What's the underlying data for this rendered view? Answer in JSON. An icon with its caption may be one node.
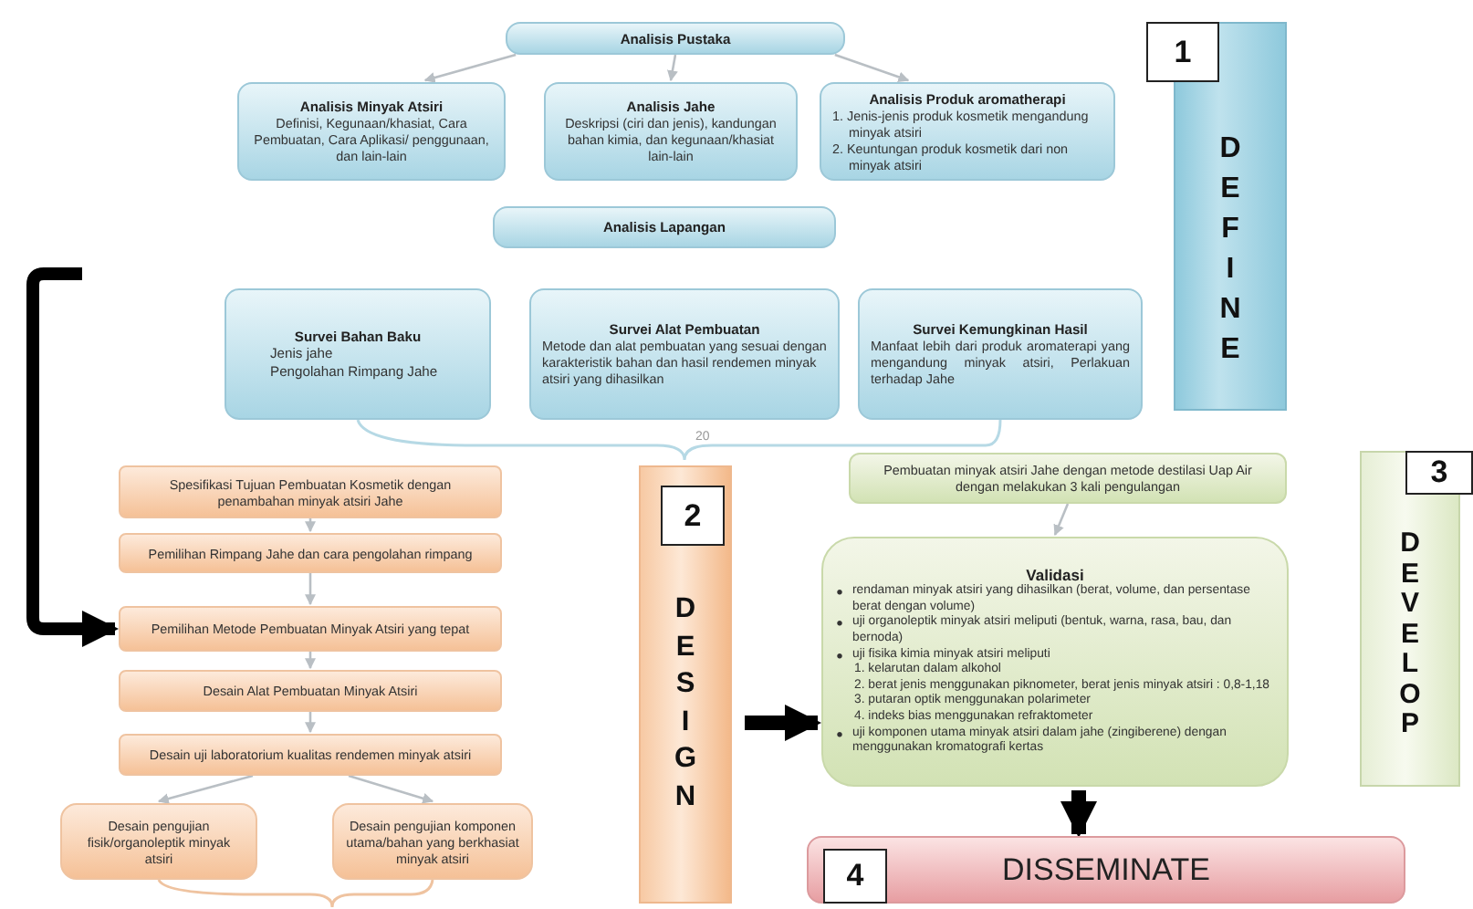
{
  "diagram": {
    "nodes": [
      {
        "text": [
          "Analisis Pustaka"
        ]
      },
      {
        "text": [
          "Analisis Minyak Atsiri",
          "Definisi, Kegunaan/khasiat, Cara Pembuatan, Cara Aplikasi/ penggunaan, dan lain-lain"
        ]
      },
      {
        "text": [
          "Analisis Jahe",
          "Deskripsi (ciri dan jenis), kandungan bahan kimia, dan kegunaan/khasiat lain-lain"
        ]
      },
      {
        "text": [
          "Analisis Produk aromatherapi",
          "1. Jenis-jenis produk kosmetik mengandung minyak atsiri",
          "2. Keuntungan produk kosmetik dari non minyak atsiri"
        ]
      },
      {
        "text": [
          "Analisis Lapangan"
        ]
      },
      {
        "text": [
          "Survei Bahan Baku",
          "Jenis jahe",
          "Pengolahan Rimpang Jahe"
        ]
      },
      {
        "text": [
          "Survei Alat Pembuatan",
          "Metode dan alat pembuatan yang sesuai dengan karakteristik bahan dan hasil rendemen minyak atsiri yang dihasilkan"
        ]
      },
      {
        "text": [
          "Survei Kemungkinan Hasil",
          "Manfaat lebih dari produk aromaterapi yang mengandung minyak atsiri, Perlakuan terhadap Jahe"
        ]
      },
      {
        "text": [
          "1"
        ]
      },
      {
        "text": [
          "DEFINE"
        ]
      },
      {
        "text": [
          "Spesifikasi Tujuan Pembuatan Kosmetik dengan penambahan minyak atsiri Jahe"
        ]
      },
      {
        "text": [
          "Pemilihan Rimpang Jahe dan cara pengolahan rimpang"
        ]
      },
      {
        "text": [
          "Pemilihan Metode Pembuatan Minyak Atsiri yang tepat"
        ]
      },
      {
        "text": [
          "Desain Alat Pembuatan Minyak Atsiri"
        ]
      },
      {
        "text": [
          "Desain uji laboratorium kualitas rendemen minyak atsiri"
        ]
      },
      {
        "text": [
          "Desain pengujian fisik/organoleptik minyak atsiri"
        ]
      },
      {
        "text": [
          "Desain pengujian komponen utama/bahan yang berkhasiat minyak atsiri"
        ]
      },
      {
        "text": [
          "DESIGN"
        ]
      },
      {
        "text": [
          "2"
        ],
        "in": 17
      },
      {
        "text": [
          "Pembuatan minyak atsiri Jahe dengan metode destilasi Uap Air dengan melakukan 3 kali pengulangan"
        ]
      },
      {
        "text": [
          "Validasi",
          "rendaman minyak atsiri yang dihasilkan (berat, volume, dan persentase berat dengan volume)",
          "uji organoleptik minyak atsiri meliputi (bentuk, warna, rasa, bau, dan bernoda)",
          "uji fisika kimia minyak atsiri meliputi",
          "1. kelarutan dalam alkohol",
          "2. berat jenis menggunakan piknometer, berat jenis minyak atsiri : 0,8-1,18",
          "3. putaran optik menggunakan polarimeter",
          "4. indeks bias menggunakan refraktometer",
          "uji komponen utama minyak atsiri dalam jahe (zingiberene) dengan menggunakan kromatografi kertas"
        ]
      },
      {
        "text": [
          "3"
        ]
      },
      {
        "text": [
          "DEVELOP"
        ]
      },
      {
        "text": [
          "DISSEMINATE"
        ]
      },
      {
        "text": [
          "4"
        ],
        "in": 23
      }
    ],
    "edges": [
      {
        "from": 0,
        "to": 1,
        "arrow": "to"
      },
      {
        "from": 0,
        "to": 2,
        "arrow": "to"
      },
      {
        "from": 0,
        "to": 3,
        "arrow": "to"
      },
      {
        "from": 10,
        "to": 11,
        "arrow": "to"
      },
      {
        "from": 11,
        "to": 12,
        "arrow": "to"
      },
      {
        "from": 12,
        "to": 13,
        "arrow": "to"
      },
      {
        "from": 13,
        "to": 14,
        "arrow": "to"
      },
      {
        "from": 14,
        "to": 15,
        "arrow": "to"
      },
      {
        "from": 14,
        "to": 16,
        "arrow": "to"
      },
      {
        "from": null,
        "to": 12,
        "arrow": "to",
        "style": "thick",
        "color": "#000000"
      },
      {
        "from": 17,
        "to": 20,
        "arrow": "to",
        "style": "thick",
        "color": "#000000"
      },
      {
        "from": 19,
        "to": 20,
        "arrow": "to"
      },
      {
        "from": 20,
        "to": 23,
        "arrow": "to",
        "style": "thick",
        "color": "#000000"
      }
    ],
    "labels": [
      "20"
    ]
  }
}
